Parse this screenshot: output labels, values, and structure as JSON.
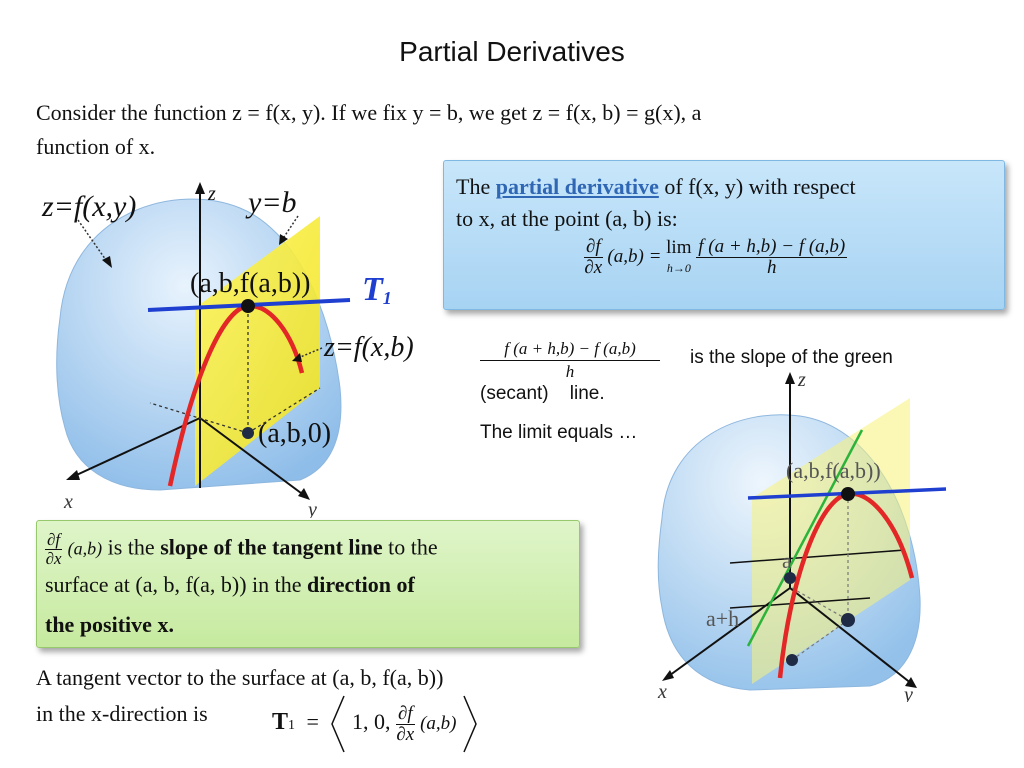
{
  "title": "Partial Derivatives",
  "intro": {
    "line1": "Consider the function z = f(x, y). If we fix y = b,  we get z = f(x, b) = g(x),  a",
    "line2": "function of x."
  },
  "definition_box": {
    "text_before": "The",
    "link": "partial derivative",
    "text_after": "of  f(x, y) with respect",
    "line2": "to x, at the point (a, b) is:",
    "lhs_num": "∂f",
    "lhs_den": "∂x",
    "lhs_args": "(a,b) =",
    "lim": "lim",
    "lim_sub": "h→0",
    "rhs_num": "f (a + h,b) − f (a,b)",
    "rhs_den": "h"
  },
  "secant": {
    "num": "f (a + h,b) − f (a,b)",
    "den": "h",
    "text1": "is the slope of the green",
    "text2a": "(secant)",
    "text2b": "line.",
    "text3": "The limit equals …"
  },
  "left_figure": {
    "label_surface": "z=f(x,y)",
    "label_plane": "y=b",
    "label_z": "z",
    "label_point": "(a,b,f(a,b))",
    "label_T1": "T",
    "label_T1_sub": "1",
    "label_curve": "z=f(x,b)",
    "label_base": "(a,b,0)",
    "label_x": "x",
    "label_y": "y"
  },
  "right_figure": {
    "label_z": "z",
    "label_point": "(a,b,f(a,b))",
    "label_a": "a",
    "label_ah": "a+h",
    "label_x": "x",
    "label_y": "y"
  },
  "green_box": {
    "num": "∂f",
    "den": "∂x",
    "args": "(a,b)",
    "t1": "is the",
    "b1": "slope of the tangent line",
    "t2": "to the",
    "line2a": "surface at (a, b, f(a, b)) in the",
    "b2": "direction of",
    "line3": "the positive x."
  },
  "bottom": {
    "line1": "A tangent vector to the surface at (a, b, f(a, b))",
    "line2": "in the x-direction is",
    "vec": "T",
    "vec_sub": "1",
    "eq": "=",
    "comps": "1,  0,",
    "num": "∂f",
    "den": "∂x",
    "args": "(a,b)"
  },
  "colors": {
    "definition_box": "#b9ddf7",
    "green_box": "#cdedab",
    "plane": "#f5ef3a",
    "curve": "#e32626",
    "tangent": "#1f3fd0",
    "secant": "#2bb33a",
    "surface": "#a9cdf0"
  }
}
